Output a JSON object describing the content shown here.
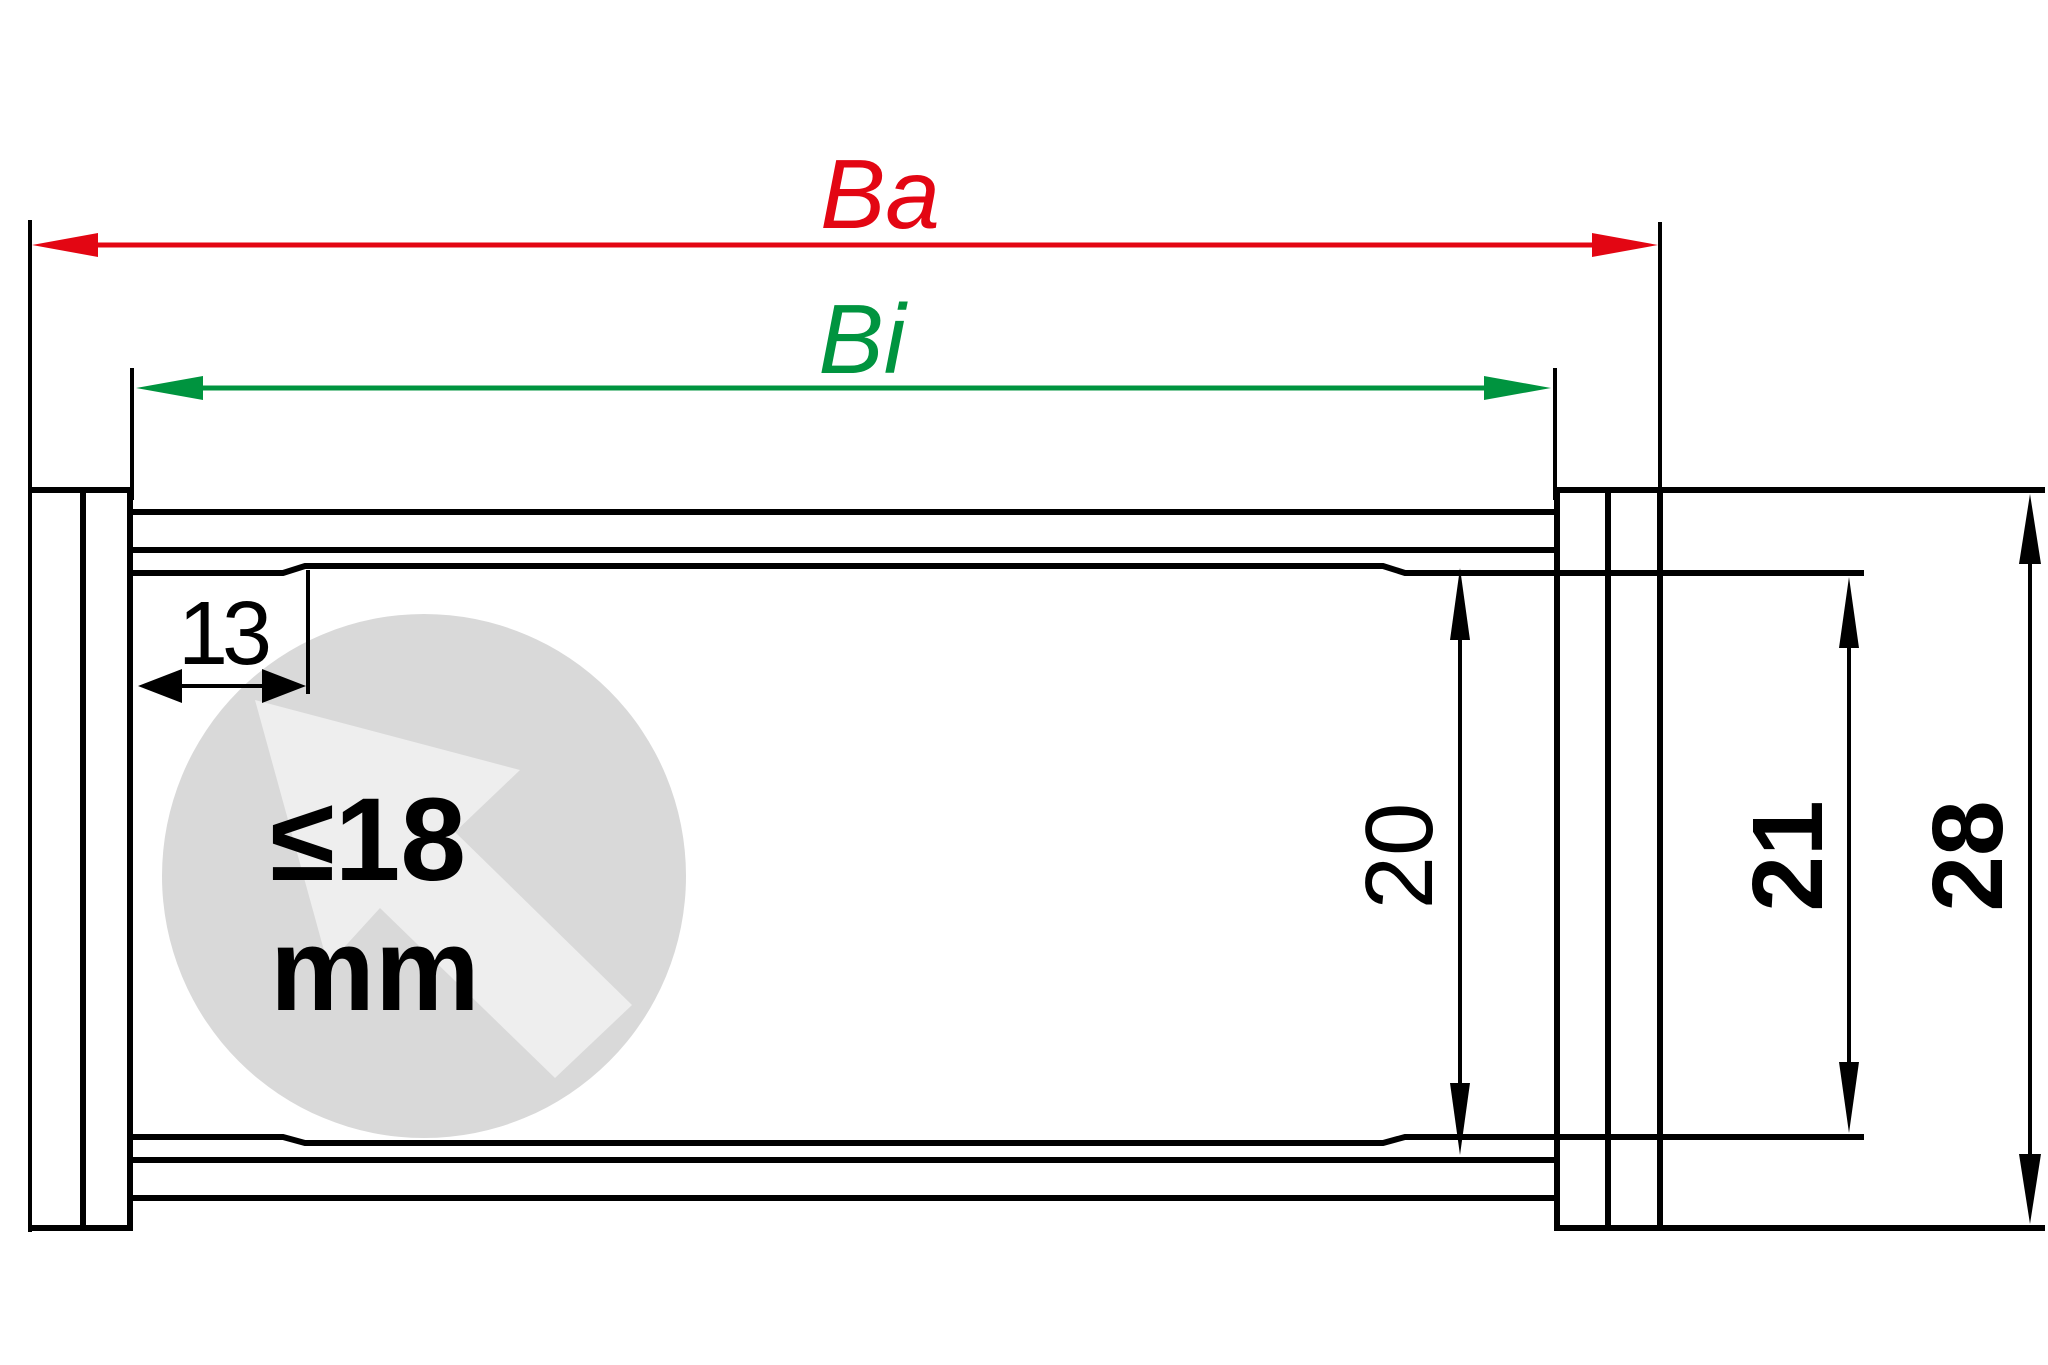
{
  "diagram": {
    "title": "Energy chain cross-section dimensions",
    "colors": {
      "outer_width": "#e30613",
      "inner_width": "#00943f",
      "lines": "#000000",
      "cable_circle": "#d9d9d9",
      "cable_arrow": "#eeeeee"
    },
    "dimensions": {
      "outer_width_label": "Ba",
      "inner_width_label": "Bi",
      "offset_label": "13",
      "inner_height_label": "20",
      "inner_clear_height_label": "21",
      "outer_height_label": "28"
    },
    "cable": {
      "max_diameter_line1": "≤18",
      "max_diameter_line2": "mm"
    }
  }
}
